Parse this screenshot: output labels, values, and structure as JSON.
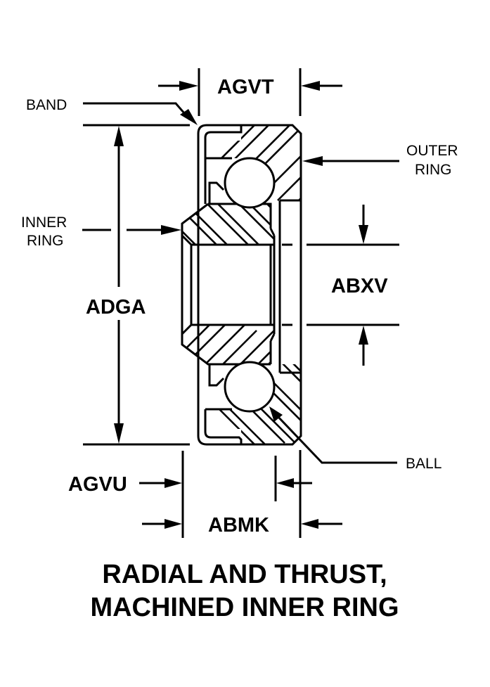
{
  "title": {
    "line1": "RADIAL AND THRUST,",
    "line2": "MACHINED INNER RING"
  },
  "callouts": {
    "band": "BAND",
    "outer_ring_line1": "OUTER",
    "outer_ring_line2": "RING",
    "inner_ring_line1": "INNER",
    "inner_ring_line2": "RING",
    "ball": "BALL"
  },
  "dimensions": {
    "agvt": "AGVT",
    "abxv": "ABXV",
    "adga": "ADGA",
    "agvu": "AGVU",
    "abmk": "ABMK"
  },
  "colors": {
    "ink": "#000000",
    "background": "#ffffff"
  }
}
